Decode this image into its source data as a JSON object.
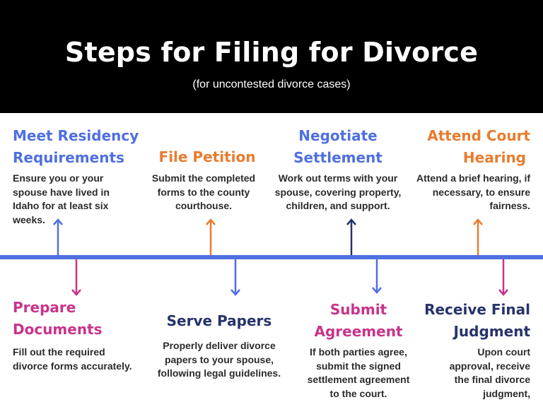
{
  "header": {
    "title": "Steps for Filing for Divorce",
    "subtitle": "(for uncontested divorce cases)"
  },
  "colors": {
    "header_bg": "#000000",
    "timeline": "#4f6fe0",
    "blue": "#4f6fe0",
    "orange": "#e87c2e",
    "navy": "#27336b",
    "magenta": "#c8338a"
  },
  "steps_top": [
    {
      "title_line1": "Meet Residency",
      "title_line2": "Requirements",
      "desc_line1": "Ensure you or your",
      "desc_line2": "spouse have lived in",
      "desc_line3": "Idaho for at least six",
      "desc_line4": "weeks.",
      "color": "#4f6fe0"
    },
    {
      "title_line1": "File Petition",
      "desc_line1": "Submit the completed",
      "desc_line2": "forms to the county",
      "desc_line3": "courthouse.",
      "color": "#e87c2e"
    },
    {
      "title_line1": "Negotiate",
      "title_line2": "Settlement",
      "desc_line1": "Work out terms with your",
      "desc_line2": "spouse, covering property,",
      "desc_line3": "children, and support.",
      "color": "#4f6fe0"
    },
    {
      "title_line1": "Attend Court",
      "title_line2": "Hearing",
      "desc_line1": "Attend a brief hearing, if",
      "desc_line2": "necessary, to ensure",
      "desc_line3": "fairness.",
      "color": "#e87c2e"
    }
  ],
  "steps_bottom": [
    {
      "title_line1": "Prepare",
      "title_line2": "Documents",
      "desc_line1": "Fill out the required",
      "desc_line2": "divorce forms accurately.",
      "color": "#c8338a"
    },
    {
      "title_line1": "Serve Papers",
      "desc_line1": "Properly deliver divorce",
      "desc_line2": "papers to your spouse,",
      "desc_line3": "following legal guidelines.",
      "color": "#27336b"
    },
    {
      "title_line1": "Submit",
      "title_line2": "Agreement",
      "desc_line1": "If both parties agree,",
      "desc_line2": "submit the signed",
      "desc_line3": "settlement agreement",
      "desc_line4": "to the court.",
      "color": "#c8338a"
    },
    {
      "title_line1": "Receive Final",
      "title_line2": "Judgment",
      "desc_line1": "Upon court",
      "desc_line2": "approval, receive",
      "desc_line3": "the final divorce",
      "desc_line4": "judgment,",
      "color": "#27336b"
    }
  ]
}
